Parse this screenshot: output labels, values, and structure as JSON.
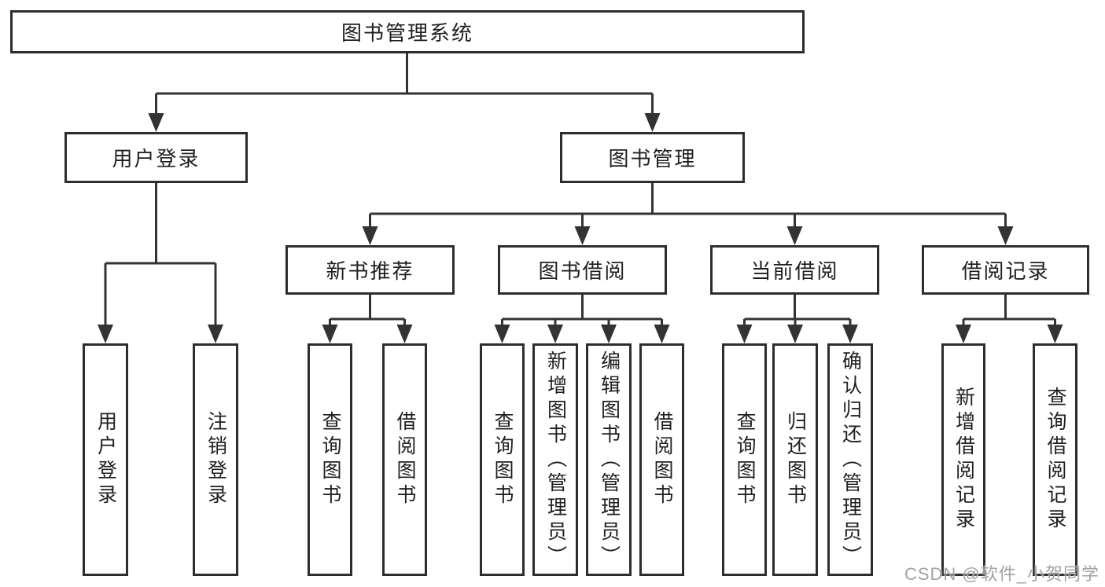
{
  "diagram": {
    "root": {
      "label": "图书管理系统"
    },
    "branches": [
      {
        "label": "用户登录",
        "children": [
          {
            "label": "用户登录"
          },
          {
            "label": "注销登录"
          }
        ]
      },
      {
        "label": "图书管理",
        "children": [
          {
            "label": "新书推荐",
            "children": [
              {
                "label": "查询图书"
              },
              {
                "label": "借阅图书"
              }
            ]
          },
          {
            "label": "图书借阅",
            "children": [
              {
                "label": "查询图书"
              },
              {
                "label": "新增图书（管理员）"
              },
              {
                "label": "编辑图书（管理员）"
              },
              {
                "label": "借阅图书"
              }
            ]
          },
          {
            "label": "当前借阅",
            "children": [
              {
                "label": "查询图书"
              },
              {
                "label": "归还图书"
              },
              {
                "label": "确认归还（管理员）"
              }
            ]
          },
          {
            "label": "借阅记录",
            "children": [
              {
                "label": "新增借阅记录"
              },
              {
                "label": "查询借阅记录"
              }
            ]
          }
        ]
      }
    ],
    "watermark": "CSDN @软件_小贺同学",
    "colors": {
      "line": "#333333",
      "border": "#2d2d2d",
      "text": "#1f1f1f",
      "background": "#ffffff",
      "watermark": "#9e9e9e"
    }
  }
}
